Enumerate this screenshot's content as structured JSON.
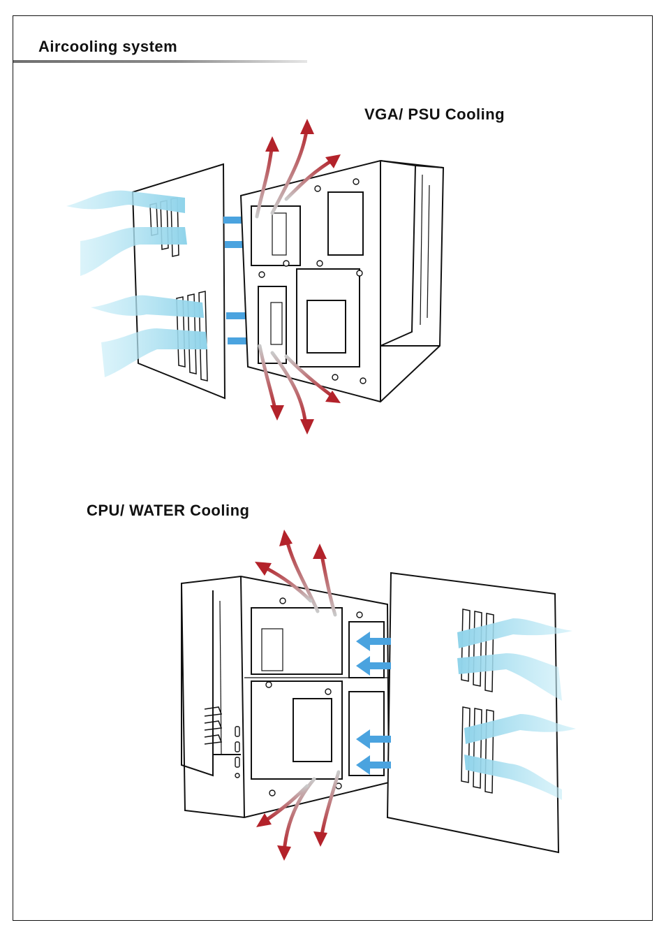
{
  "page": {
    "section_title": "Aircooling system"
  },
  "diagrams": [
    {
      "label": "VGA/ PSU Cooling",
      "arrow_colors": {
        "intake": "#4aa3df",
        "intake_flow": "#9fdcf0",
        "exhaust": "#b3222a"
      }
    },
    {
      "label": "CPU/ WATER Cooling",
      "arrow_colors": {
        "intake": "#4aa3df",
        "intake_flow": "#9fdcf0",
        "exhaust": "#b3222a"
      }
    }
  ]
}
